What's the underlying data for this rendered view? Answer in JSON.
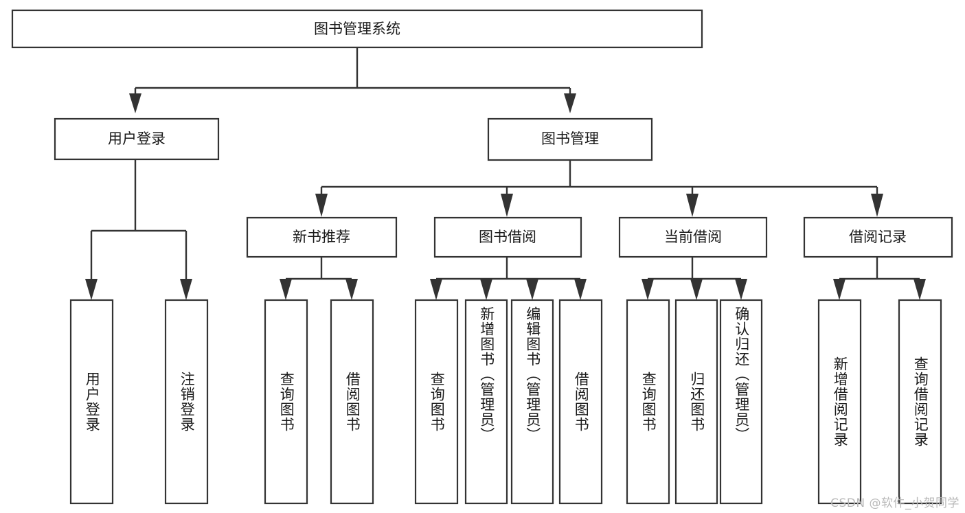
{
  "diagram": {
    "title": "图书管理系统",
    "type": "tree",
    "watermark": "CSDN @软件_小贺同学",
    "colors": {
      "background": "#ffffff",
      "box_stroke": "#333333",
      "box_fill": "#ffffff",
      "text": "#1a1a1a",
      "watermark": "#b9b9b9"
    },
    "root": {
      "label": "图书管理系统",
      "id": "root"
    },
    "level2": [
      {
        "id": "user-login",
        "label": "用户登录"
      },
      {
        "id": "book-manage",
        "label": "图书管理"
      }
    ],
    "level3": [
      {
        "id": "new-book-rec",
        "label": "新书推荐",
        "parent": "book-manage"
      },
      {
        "id": "book-borrow",
        "label": "图书借阅",
        "parent": "book-manage"
      },
      {
        "id": "current-borrow",
        "label": "当前借阅",
        "parent": "book-manage"
      },
      {
        "id": "borrow-record",
        "label": "借阅记录",
        "parent": "book-manage"
      }
    ],
    "leaves": [
      {
        "id": "leaf-user-login",
        "label": "用户登录",
        "parent": "user-login"
      },
      {
        "id": "leaf-user-logout",
        "label": "注销登录",
        "parent": "user-login"
      },
      {
        "id": "leaf-query-book-1",
        "label": "查询图书",
        "parent": "new-book-rec"
      },
      {
        "id": "leaf-borrow-book-1",
        "label": "借阅图书",
        "parent": "new-book-rec"
      },
      {
        "id": "leaf-query-book-2",
        "label": "查询图书",
        "parent": "book-borrow"
      },
      {
        "id": "leaf-add-book",
        "label": "新增图书（管理员）",
        "parent": "book-borrow"
      },
      {
        "id": "leaf-edit-book",
        "label": "编辑图书（管理员）",
        "parent": "book-borrow"
      },
      {
        "id": "leaf-borrow-book-2",
        "label": "借阅图书",
        "parent": "book-borrow"
      },
      {
        "id": "leaf-query-book-3",
        "label": "查询图书",
        "parent": "current-borrow"
      },
      {
        "id": "leaf-return-book",
        "label": "归还图书",
        "parent": "current-borrow"
      },
      {
        "id": "leaf-confirm-return",
        "label": "确认归还（管理员）",
        "parent": "current-borrow"
      },
      {
        "id": "leaf-add-record",
        "label": "新增借阅记录",
        "parent": "borrow-record"
      },
      {
        "id": "leaf-query-record",
        "label": "查询借阅记录",
        "parent": "borrow-record"
      }
    ]
  }
}
